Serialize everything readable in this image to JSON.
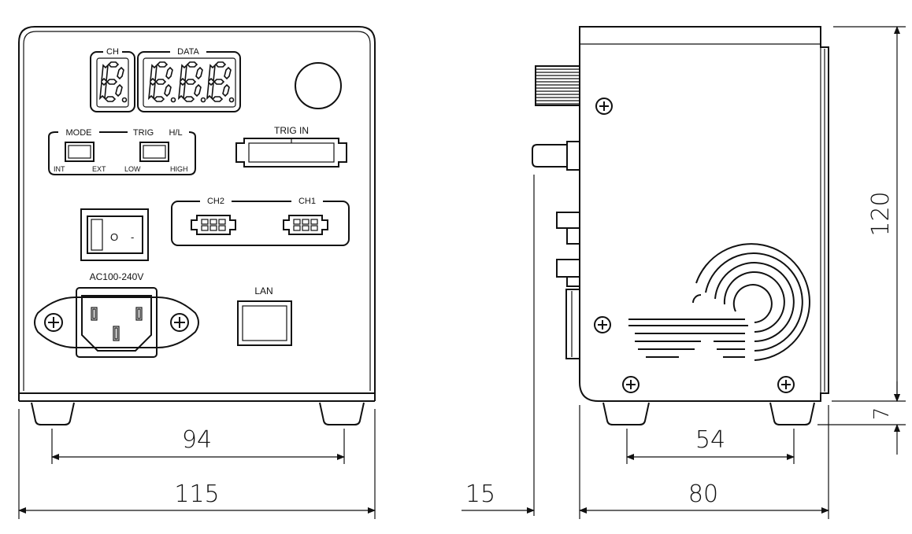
{
  "front": {
    "ch_label": "CH",
    "data_label": "DATA",
    "mode_label": "MODE",
    "trig_label": "TRIG",
    "hl_label": "H/L",
    "int_label": "INT",
    "ext_label": "EXT",
    "low_label": "LOW",
    "high_label": "HIGH",
    "trig_in_label": "TRIG IN",
    "ch2_label": "CH2",
    "ch1_label": "CH1",
    "power_off_symbol": "O",
    "power_on_symbol": "-",
    "ac_label": "AC100-240V",
    "lan_label": "LAN"
  },
  "dimensions": {
    "foot_spacing_front": "94",
    "width_front": "115",
    "height": "120",
    "foot_height": "7",
    "knob_protrusion": "15",
    "foot_spacing_side": "54",
    "depth_side": "80"
  }
}
